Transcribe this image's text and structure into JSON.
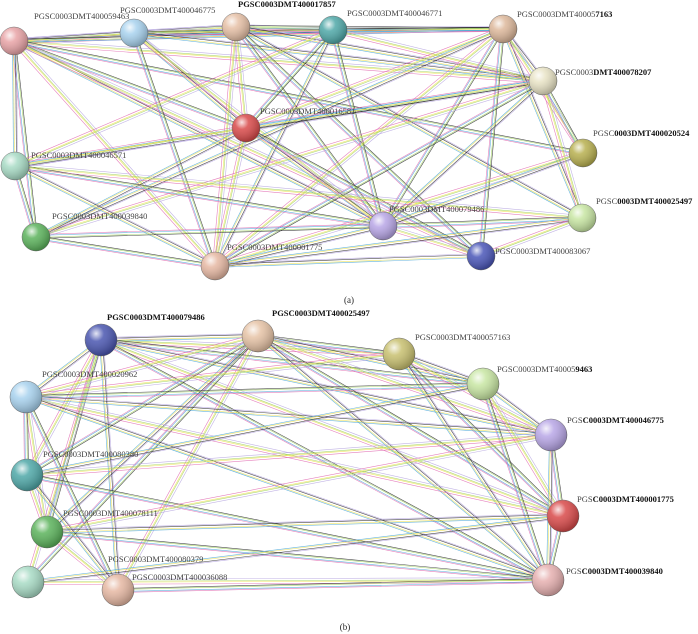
{
  "panels": [
    {
      "id": "a",
      "caption": "(a)",
      "nodes": [
        {
          "id": "a0",
          "label": "PGSC0003DMT400059463",
          "bold_from": -1,
          "color": "#e8a3a6"
        },
        {
          "id": "a1",
          "label": "PGSC0003DMT400046775",
          "bold_from": -1,
          "color": "#a8d2ee"
        },
        {
          "id": "a2",
          "label": "PGSC0003DMT400017857",
          "bold_from": 0,
          "color": "#e6c0a6"
        },
        {
          "id": "a3",
          "label": "PGSC0003DMT400046771",
          "bold_from": -1,
          "color": "#4fa8a8"
        },
        {
          "id": "a4",
          "label": "PGSC0003DMT400057163",
          "bold_from": 16,
          "color": "#ddb89b"
        },
        {
          "id": "a5",
          "label": "PGSC0003DMT400078207",
          "bold_from": 8,
          "color": "#e8e3c5"
        },
        {
          "id": "a6",
          "label": "PGSC0003DMT400016581",
          "bold_from": -1,
          "color": "#d94a4a"
        },
        {
          "id": "a7",
          "label": "PGSC0003DMT400046571",
          "bold_from": -1,
          "color": "#a8dbc5"
        },
        {
          "id": "a8",
          "label": "PGSC0003DMT400020524",
          "bold_from": 4,
          "color": "#b8b050"
        },
        {
          "id": "a9",
          "label": "PGSC0003DMT400079486",
          "bold_from": -1,
          "color": "#b8a6e6"
        },
        {
          "id": "a10",
          "label": "PGSC0003DMT400025497",
          "bold_from": 4,
          "color": "#c8e6a3"
        },
        {
          "id": "a11",
          "label": "PGSC0003DMT400039840",
          "bold_from": -1,
          "color": "#5cb35c"
        },
        {
          "id": "a12",
          "label": "PGSC0003DMT400001775",
          "bold_from": -1,
          "color": "#e6b8a3"
        },
        {
          "id": "a13",
          "label": "PGSC0003DMT400083067",
          "bold_from": -1,
          "color": "#4a56b8"
        }
      ]
    },
    {
      "id": "b",
      "caption": "(b)",
      "nodes": [
        {
          "id": "b0",
          "label": "PGSC0003DMT400079486",
          "bold_from": 0,
          "color": "#4a56b0"
        },
        {
          "id": "b1",
          "label": "PGSC0003DMT400025497",
          "bold_from": 0,
          "color": "#e6c3a6"
        },
        {
          "id": "b2",
          "label": "PGSC0003DMT400057163",
          "bold_from": -1,
          "color": "#c8c070"
        },
        {
          "id": "b3",
          "label": "PGSC0003DMT400020962",
          "bold_from": -1,
          "color": "#a8d2ee"
        },
        {
          "id": "b4",
          "label": "PGSC0003DMT400059463",
          "bold_from": 16,
          "color": "#c8e6a3"
        },
        {
          "id": "b5",
          "label": "PGSC0003DMT400080380",
          "bold_from": -1,
          "color": "#4fa8a8"
        },
        {
          "id": "b6",
          "label": "PGSC0003DMT400046775",
          "bold_from": 3,
          "color": "#b8a6e6"
        },
        {
          "id": "b7",
          "label": "PGSC0003DMT400078111",
          "bold_from": -1,
          "color": "#5cb35c"
        },
        {
          "id": "b8",
          "label": "PGSC0003DMT400001775",
          "bold_from": 3,
          "color": "#d94a4a"
        },
        {
          "id": "b9",
          "label": "PGSC0003DMT400080379",
          "bold_from": -1,
          "color": "#a8dbc5"
        },
        {
          "id": "b10",
          "label": "PGSC0003DMT400036088",
          "bold_from": -1,
          "color": "#e6b8a3"
        },
        {
          "id": "b11",
          "label": "PGSC0003DMT400039840",
          "bold_from": 3,
          "color": "#e6b0b0"
        }
      ]
    }
  ],
  "edge_colors": [
    "#b6a6e0",
    "#2b2b2b",
    "#9fd35a",
    "#f0e04a",
    "#4aa6d8",
    "#e06ab0"
  ]
}
